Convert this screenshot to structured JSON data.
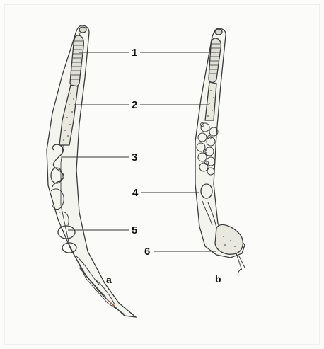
{
  "figure": {
    "labels": [
      "1",
      "2",
      "3",
      "4",
      "5",
      "6"
    ],
    "panels": [
      "a",
      "b"
    ]
  }
}
